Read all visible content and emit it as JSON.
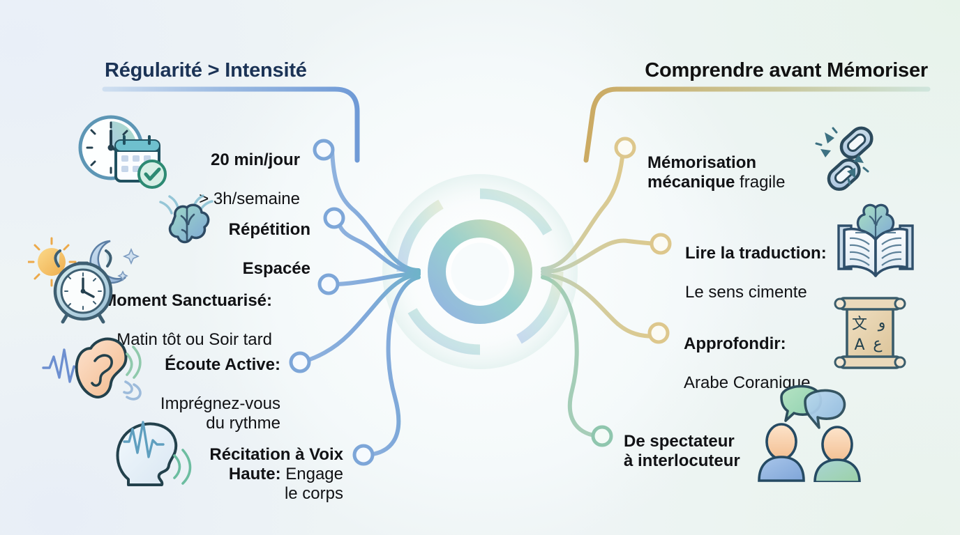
{
  "title_left": "Régularité > Intensité",
  "title_right": "Comprendre avant Mémoriser",
  "colors": {
    "left_branch": "#7da6d8",
    "right_branch_gold": "#d8c48a",
    "right_branch_green": "#9ec8b2",
    "heading_left": "#1b3356",
    "heading_right": "#111111",
    "text": "#111215",
    "hub_blue": "#7ea6dc",
    "hub_green": "#9ad4b8",
    "background": "#eef3f7"
  },
  "left_branch": {
    "heading": "Régularité > Intensité",
    "items": [
      {
        "strong": "20 min/jour",
        "rest": "> 3h/semaine",
        "icon": "clock-calendar-check-icon",
        "icon_label": "Horloge et calendrier validé"
      },
      {
        "strong": "Répétition",
        "rest": "Espacée",
        "icon": "brain-waves-icon",
        "icon_label": "Cerveau avec ondes"
      },
      {
        "strong": "Moment Sanctuarisé:",
        "rest": "Matin tôt ou Soir tard",
        "icon": "alarm-clock-sun-moon-icon",
        "icon_label": "Réveil entre soleil et lune"
      },
      {
        "strong": "Écoute Active:",
        "rest": "Imprégnez-vous\ndu rythme",
        "icon": "ear-soundwave-icon",
        "icon_label": "Oreille et ondes sonores"
      },
      {
        "strong": "Récitation à Voix\nHaute:",
        "rest": " Engage\nle corps",
        "icon": "speaking-head-icon",
        "icon_label": "Tête de profil qui parle"
      }
    ]
  },
  "right_branch": {
    "heading": "Comprendre avant Mémoriser",
    "items": [
      {
        "strong": "Mémorisation\nmécanique",
        "rest": " fragile",
        "icon": "broken-chain-icon",
        "icon_label": "Chaîne brisée"
      },
      {
        "strong": "Lire la traduction:",
        "rest": "Le sens cimente",
        "icon": "book-brain-icon",
        "icon_label": "Livre ouvert avec cerveau"
      },
      {
        "strong": "Approfondir:",
        "rest": "Arabe Coranique",
        "icon": "scroll-script-icon",
        "icon_label": "Parchemin avec caractères"
      },
      {
        "strong": "De spectateur\nà interlocuteur",
        "rest": "",
        "icon": "two-people-speech-icon",
        "icon_label": "Deux personnes avec bulles de dialogue"
      }
    ]
  },
  "center": {
    "icon": "central-hub-icon",
    "icon_label": "Moyeu central rayonnant"
  }
}
